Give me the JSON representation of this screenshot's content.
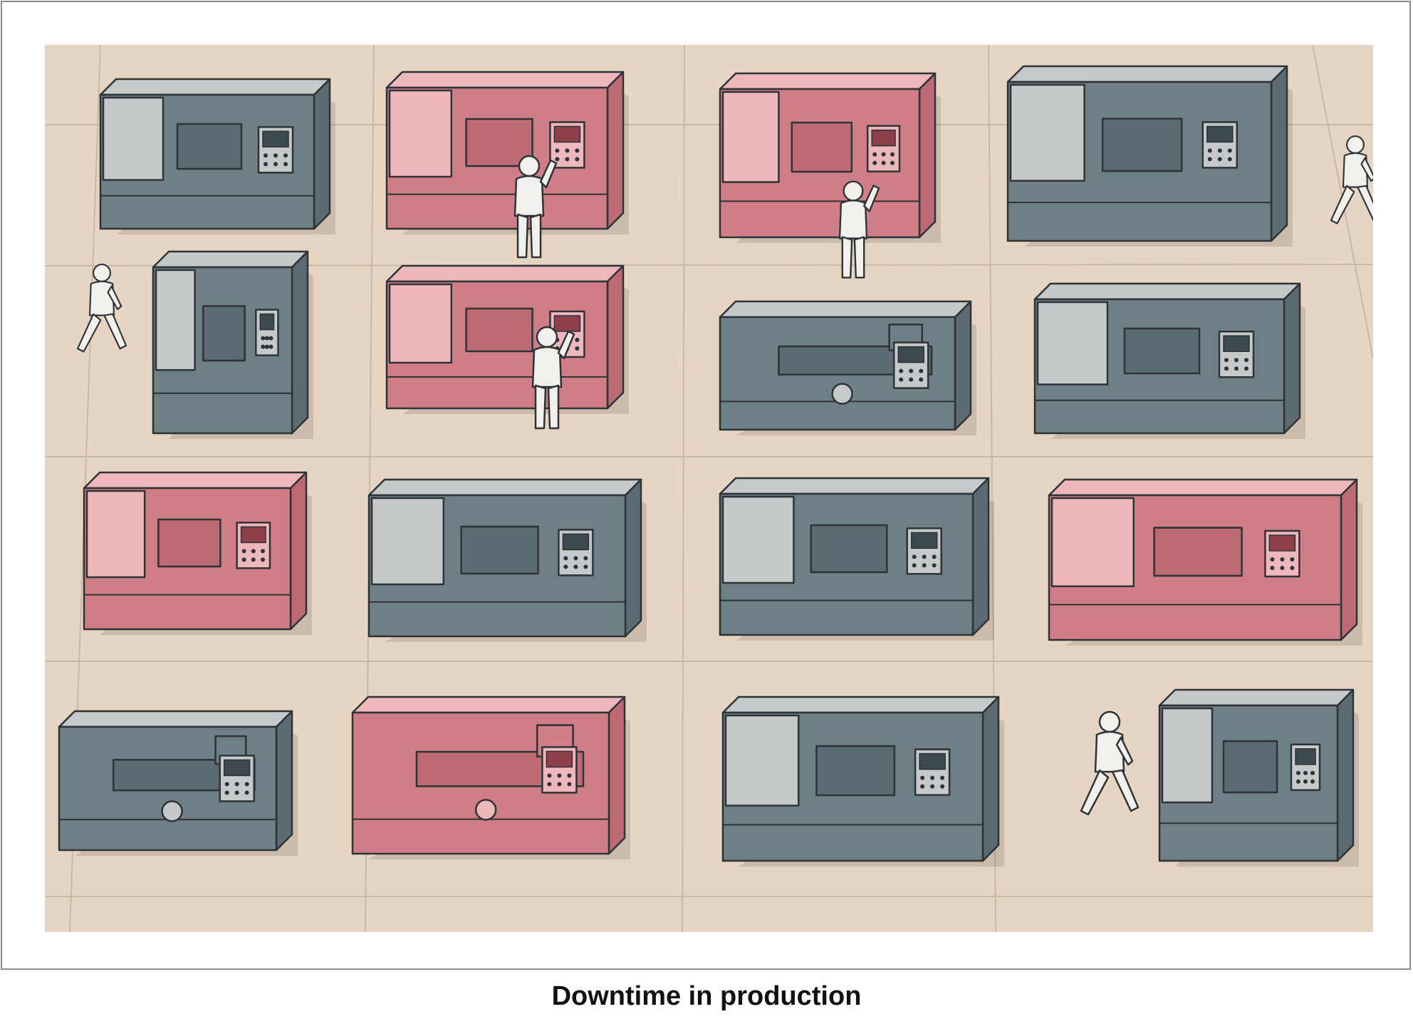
{
  "caption": "Downtime in production",
  "colors": {
    "floor": "#e6d5c2",
    "grid": "#c9b8a4",
    "running_body": "#6f7f86",
    "running_side": "#5c6b72",
    "running_light": "#c5c9ca",
    "down_body": "#cf7e88",
    "down_side": "#bd6a75",
    "down_light": "#edb7bc",
    "outline": "#2d3336",
    "worker": "#f2f0ec"
  },
  "scene": {
    "machines": [
      {
        "status": "running",
        "kind": "cnc-lathe"
      },
      {
        "status": "down",
        "kind": "cnc-lathe"
      },
      {
        "status": "down",
        "kind": "vertical-mill"
      },
      {
        "status": "running",
        "kind": "machining-center"
      },
      {
        "status": "running",
        "kind": "vertical-mill"
      },
      {
        "status": "down",
        "kind": "machining-center"
      },
      {
        "status": "running",
        "kind": "manual-lathe"
      },
      {
        "status": "running",
        "kind": "cnc-lathe"
      },
      {
        "status": "down",
        "kind": "vertical-mill"
      },
      {
        "status": "running",
        "kind": "machining-center"
      },
      {
        "status": "running",
        "kind": "grinder"
      },
      {
        "status": "down",
        "kind": "gantry-mill"
      },
      {
        "status": "running",
        "kind": "manual-lathe"
      },
      {
        "status": "down",
        "kind": "manual-lathe"
      },
      {
        "status": "running",
        "kind": "machining-center"
      },
      {
        "status": "running",
        "kind": "vertical-mill"
      }
    ],
    "workers": [
      {
        "pose": "repairing"
      },
      {
        "pose": "repairing"
      },
      {
        "pose": "repairing"
      },
      {
        "pose": "walking"
      },
      {
        "pose": "walking"
      },
      {
        "pose": "walking"
      }
    ]
  }
}
